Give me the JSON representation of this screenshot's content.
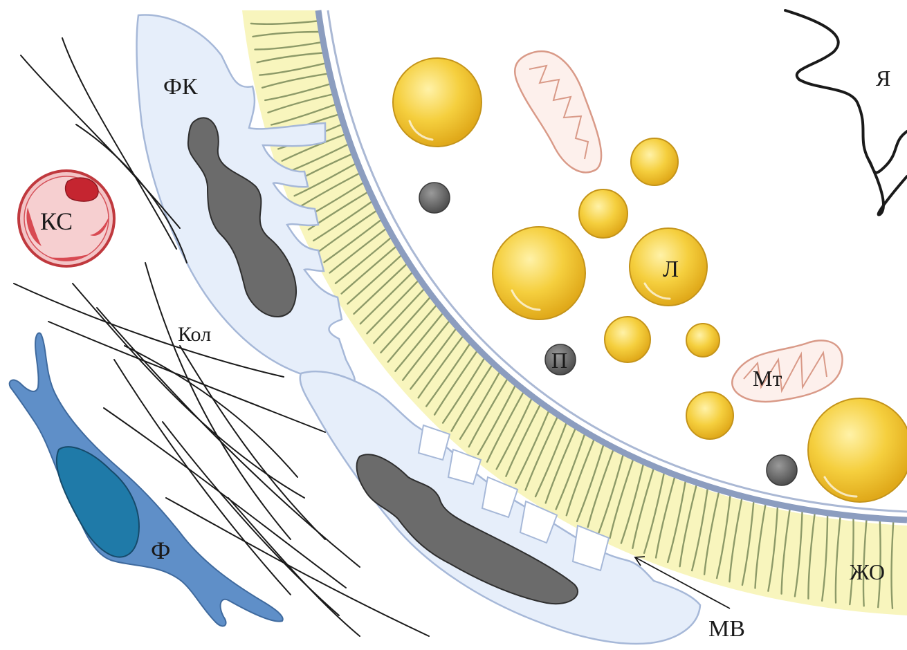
{
  "labels": {
    "fk": "ФК",
    "ks": "КС",
    "kol": "Кол",
    "f": "Ф",
    "l": "Л",
    "p": "П",
    "mt": "Мт",
    "ya": "Я",
    "zho": "ЖО",
    "mv": "МВ"
  },
  "colors": {
    "zona_pellucida": "#f7f3b5",
    "follicle_cell": "#e6eefa",
    "follicle_outline": "#a6b8d8",
    "nucleus_dark": "#6b6b6b",
    "fibroblast": "#5f8fc8",
    "fibroblast_nucleus": "#1f7aa8",
    "lipid": "#f2c53d",
    "mitochondrion": "#d99a88",
    "blood_cell": "#e88a8f",
    "oolemma": "#8fa0bf"
  }
}
